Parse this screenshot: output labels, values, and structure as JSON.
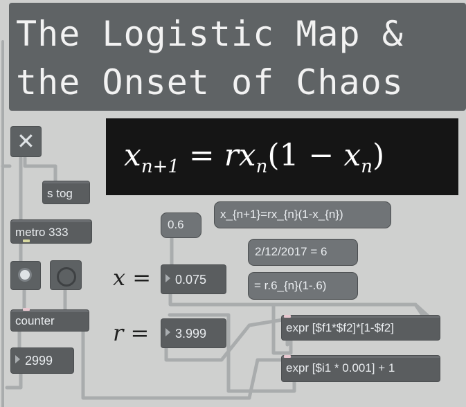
{
  "title": {
    "line1": "The Logistic Map &",
    "line2": "the Onset of Chaos"
  },
  "formula": {
    "lhs": "x",
    "lhs_sub": "n+1",
    "eq": " = r",
    "x": "x",
    "x_sub": "n",
    "paren_open": "(1 − ",
    "x2": "x",
    "x2_sub": "n",
    "paren_close": ")"
  },
  "toggle": {
    "glyph": "✕"
  },
  "send_tog": {
    "label": "s tog"
  },
  "metro": {
    "label": "metro 333"
  },
  "bang": {
    "icon": "bang-icon"
  },
  "dial": {
    "icon": "dial-icon"
  },
  "counter": {
    "label": "counter"
  },
  "counter_value": {
    "value": "2999"
  },
  "message_06": {
    "label": "0.6"
  },
  "message_formula": {
    "label": "x_{n+1}=rx_{n}(1-x_{n})"
  },
  "message_date": {
    "label": "2/12/2017 = 6"
  },
  "message_r6": {
    "label": "= r.6_{n}(1-.6)"
  },
  "x_label": {
    "text": "x ="
  },
  "r_label": {
    "text": "r ="
  },
  "x_number": {
    "value": "0.075"
  },
  "r_number": {
    "value": "3.999"
  },
  "expr1": {
    "label": "expr [$f1*$f2]*[1-$f2]"
  },
  "expr2": {
    "label": "expr [$i1 * 0.001] + 1"
  },
  "colors": {
    "background": "#cfd0cf",
    "object": "#5a5d5f",
    "title_box": "#5f6365",
    "formula_box": "#151515",
    "patch_cord": "#a9acad"
  }
}
